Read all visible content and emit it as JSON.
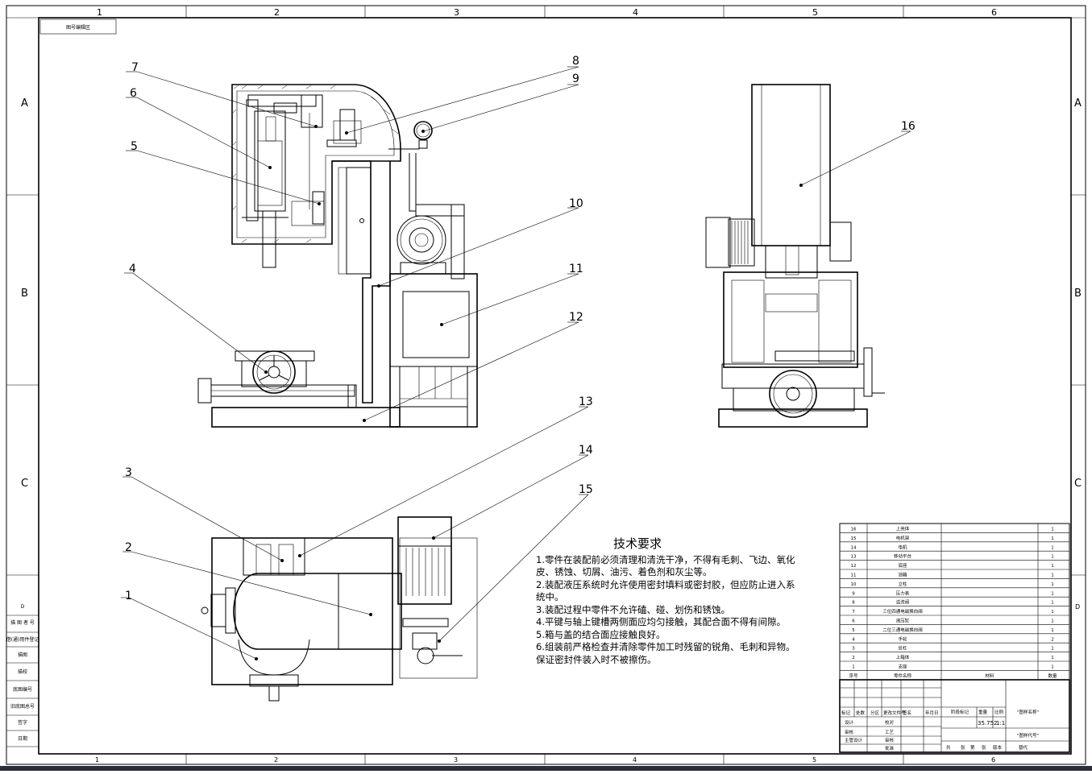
{
  "frame": {
    "top_zones": [
      "1",
      "2",
      "3",
      "4",
      "5",
      "6"
    ],
    "bottom_zones": [
      "1",
      "2",
      "3",
      "4",
      "5",
      "6"
    ],
    "side_rows": [
      "A",
      "B",
      "C",
      "D"
    ],
    "right_rows": [
      "A",
      "B",
      "C",
      "D"
    ],
    "corner_tag": "图号编辑区"
  },
  "left_strip": {
    "labels": [
      "D",
      "描 图 者 号",
      "借(通)用件登记",
      "描图",
      "描校",
      "底图编号",
      "旧底图总号",
      "签字",
      "日期"
    ]
  },
  "callouts": [
    "1",
    "2",
    "3",
    "4",
    "5",
    "6",
    "7",
    "8",
    "9",
    "10",
    "11",
    "12",
    "13",
    "14",
    "15",
    "16"
  ],
  "tech": {
    "title": "技术要求",
    "items": [
      "1.零件在装配前必须清理和清洗干净，不得有毛刺、飞边、氧化皮、锈蚀、切屑、油污、着色剂和灰尘等。",
      "2.装配液压系统时允许使用密封填料或密封胶，但应防止进入系统中。",
      "3.装配过程中零件不允许磕、碰、划伤和锈蚀。",
      "4.平键与轴上键槽两侧面应均匀接触，其配合面不得有间隙。",
      "5.箱与盖的结合面应接触良好。",
      "6.组装前严格检查并清除零件加工时残留的锐角、毛刺和异物。保证密封件装入时不被擦伤。"
    ]
  },
  "bom": {
    "rows": [
      {
        "no": "16",
        "name": "上壳体",
        "qty": "1"
      },
      {
        "no": "15",
        "name": "电机架",
        "qty": "1"
      },
      {
        "no": "14",
        "name": "电机",
        "qty": "1"
      },
      {
        "no": "13",
        "name": "移动平台",
        "qty": "1"
      },
      {
        "no": "12",
        "name": "底座",
        "qty": "1"
      },
      {
        "no": "11",
        "name": "油箱",
        "qty": "1"
      },
      {
        "no": "10",
        "name": "立柱",
        "qty": "1"
      },
      {
        "no": "9",
        "name": "压力表",
        "qty": "1"
      },
      {
        "no": "8",
        "name": "溢流阀",
        "qty": "1"
      },
      {
        "no": "7",
        "name": "三位四通电磁换向阀",
        "qty": "1"
      },
      {
        "no": "6",
        "name": "液压缸",
        "qty": "1"
      },
      {
        "no": "5",
        "name": "二位三通电磁换向阀",
        "qty": "1"
      },
      {
        "no": "4",
        "name": "手轮",
        "qty": "2"
      },
      {
        "no": "3",
        "name": "丝杠",
        "qty": "1"
      },
      {
        "no": "2",
        "name": "上箱体",
        "qty": "1"
      },
      {
        "no": "1",
        "name": "支座",
        "qty": "1"
      }
    ],
    "header": {
      "no": "序号",
      "name": "零件名称",
      "material": "材料",
      "qty": "数量"
    }
  },
  "title_block": {
    "labels_left": [
      "标记",
      "处数",
      "分区",
      "更改文件号",
      "签名",
      "年月日"
    ],
    "roles": [
      "设计",
      "审核",
      "工艺",
      "批准",
      "校对",
      "主管设计",
      "审核"
    ],
    "stage_labels": [
      "阶段标记",
      "重量",
      "比例"
    ],
    "weight": "35.752",
    "scale": "1:1",
    "sheet_labels": [
      "共",
      "张",
      "第",
      "张",
      "版本",
      "替代"
    ],
    "drawing_name": "\"图样名称\"",
    "drawing_code": "\"图样代号\""
  }
}
